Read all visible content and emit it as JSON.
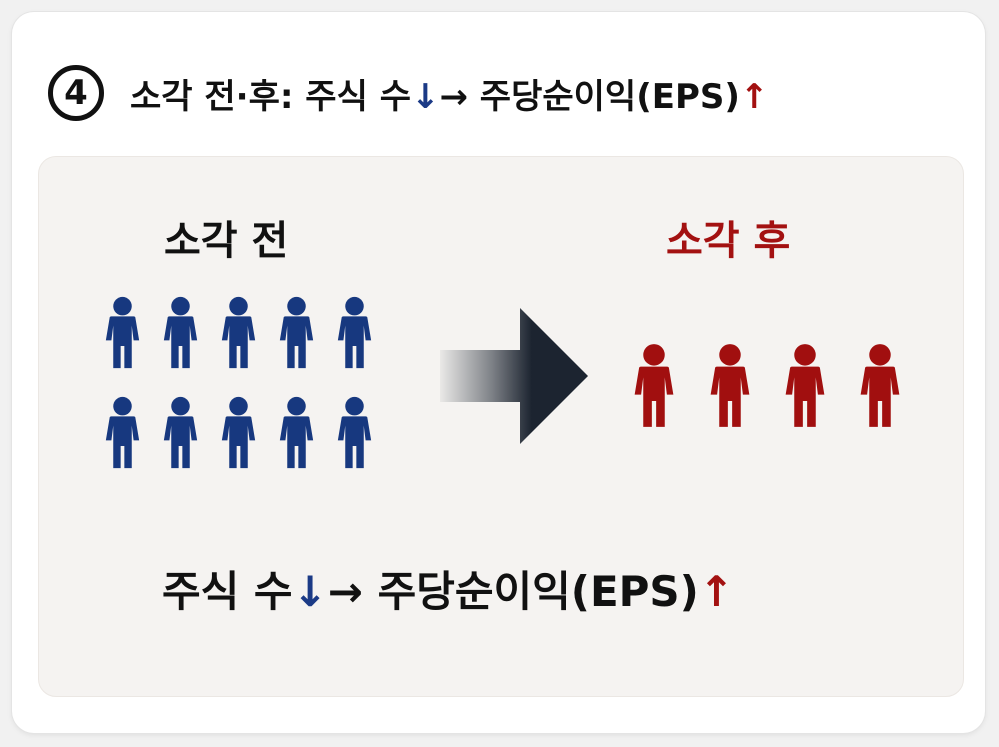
{
  "header": {
    "step_number": "4",
    "text_main": "소각 전·후: 주식 수 ",
    "arrow_down": "↓",
    "text_mid": " → 주당순이익(EPS) ",
    "arrow_up": "↑"
  },
  "diagram": {
    "before_label": "소각 전",
    "after_label": "소각 후",
    "before_people_count": 10,
    "after_people_count": 4,
    "before_color": "#17387f",
    "after_color": "#a10f0f",
    "arrow_color": "#1c2430"
  },
  "summary": {
    "text_main": "주식 수 ",
    "arrow_down": "↓",
    "text_mid": " → 주당순이익(EPS) ",
    "arrow_up": "↑"
  }
}
